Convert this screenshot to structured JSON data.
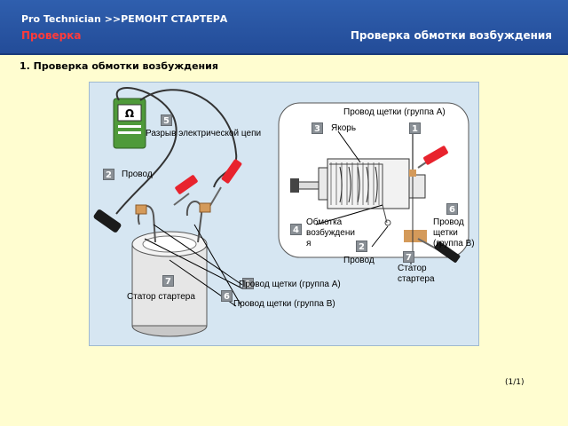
{
  "header": {
    "brand": "Pro  Technician >>РЕМОНТ СТАРТЕРА",
    "section": "Проверка",
    "topic": "Проверка обмотки возбуждения"
  },
  "heading": "1. Проверка обмотки возбуждения",
  "labels": {
    "brush_wire_a_top": "Провод щетки (группа A)",
    "armature": "Якорь",
    "open_circuit": "Разрыв электрической цепи",
    "wire_left": "Провод",
    "field_coil": "Обмотка возбуждени я",
    "brush_wire_b_right": "Провод щетки (группа B)",
    "wire_center": "Провод",
    "stator_right": "Статор стартера",
    "brush_wire_a_bottom": "Провод щетки (группа A)",
    "stator_left": "Статор стартера",
    "brush_wire_b_bottom": "Провод щетки (группа B)"
  },
  "tags": {
    "t5": "5",
    "t3": "3",
    "t1": "1",
    "t2_left": "2",
    "t6_right": "6",
    "t4": "4",
    "t2_center": "2",
    "t7_right": "7",
    "t7_left": "7",
    "t1_bottom": "1",
    "t6_bottom": "6"
  },
  "meter_symbol": "Ω",
  "pager": "(1/1)"
}
